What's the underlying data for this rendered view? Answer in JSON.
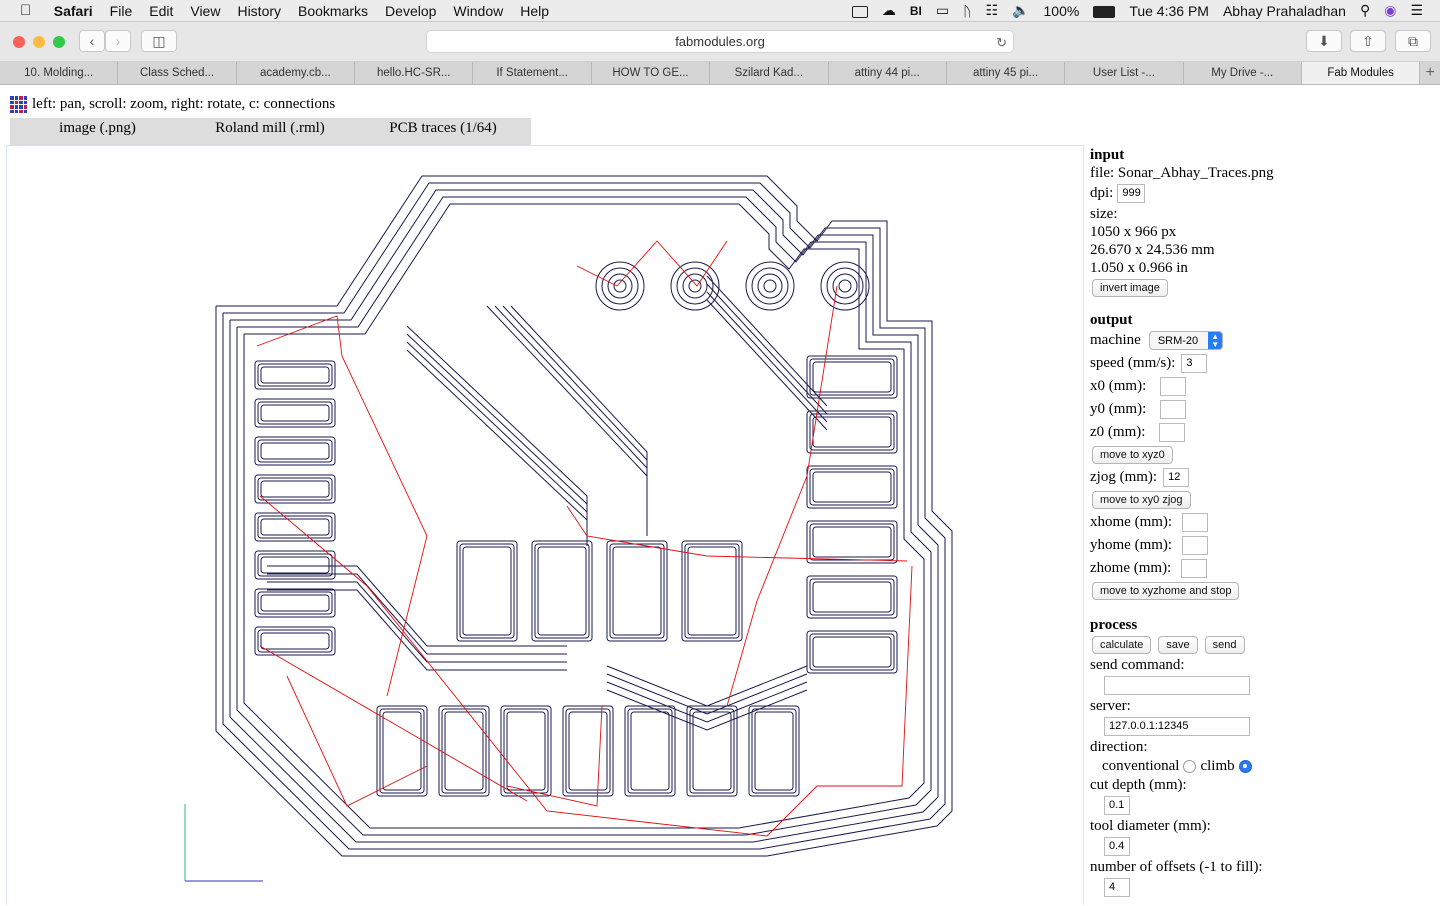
{
  "menubar": {
    "app_name": "Safari",
    "menus": [
      "File",
      "Edit",
      "View",
      "History",
      "Bookmarks",
      "Develop",
      "Window",
      "Help"
    ],
    "battery": "100%",
    "clock": "Tue 4:36 PM",
    "user": "Abhay Prahaladhan"
  },
  "browser": {
    "url": "fabmodules.org",
    "tabs": [
      "10. Molding...",
      "Class Sched...",
      "academy.cb...",
      "hello.HC-SR...",
      "If Statement...",
      "HOW TO GE...",
      "Szilard Kad...",
      "attiny 44 pi...",
      "attiny 45 pi...",
      "User List -...",
      "My Drive -...",
      "Fab Modules"
    ],
    "active_tab_index": 11
  },
  "page": {
    "hint": "left: pan, scroll: zoom, right: rotate, c: connections",
    "modes": [
      "image (.png)",
      "Roland mill (.rml)",
      "PCB traces (1/64)"
    ]
  },
  "panel": {
    "input": {
      "heading": "input",
      "file": "file: Sonar_Abhay_Traces.png",
      "dpi_label": "dpi:",
      "dpi_value": "999",
      "size_label": "size:",
      "size_px": "1050 x 966 px",
      "size_mm": "26.670 x 24.536 mm",
      "size_in": "1.050 x 0.966 in",
      "invert_button": "invert image"
    },
    "output": {
      "heading": "output",
      "machine_label": "machine",
      "machine_value": "SRM-20",
      "speed_label": "speed (mm/s):",
      "speed_value": "3",
      "x0_label": "x0 (mm):",
      "y0_label": "y0 (mm):",
      "z0_label": "z0 (mm):",
      "move_xyz0_button": "move to xyz0",
      "zjog_label": "zjog (mm):",
      "zjog_value": "12",
      "move_xy0_button": "move to xy0 zjog",
      "xhome_label": "xhome (mm):",
      "yhome_label": "yhome (mm):",
      "zhome_label": "zhome (mm):",
      "move_home_button": "move to xyzhome and stop"
    },
    "process": {
      "heading": "process",
      "calculate_button": "calculate",
      "save_button": "save",
      "send_button": "send",
      "send_command_label": "send command:",
      "server_label": "server:",
      "server_value": "127.0.0.1:12345",
      "direction_label": "direction:",
      "conventional_label": "conventional",
      "climb_label": "climb",
      "direction_selected": "climb",
      "cut_depth_label": "cut depth (mm):",
      "cut_depth_value": "0.1",
      "tool_diameter_label": "tool diameter (mm):",
      "tool_diameter_value": "0.4",
      "offsets_label": "number of offsets (-1 to fill):",
      "offsets_value": "4"
    }
  },
  "colors": {
    "trace": "#1a1a4e",
    "connection": "#e01010",
    "axis_x": "#3030c0",
    "axis_y": "#20c080"
  }
}
